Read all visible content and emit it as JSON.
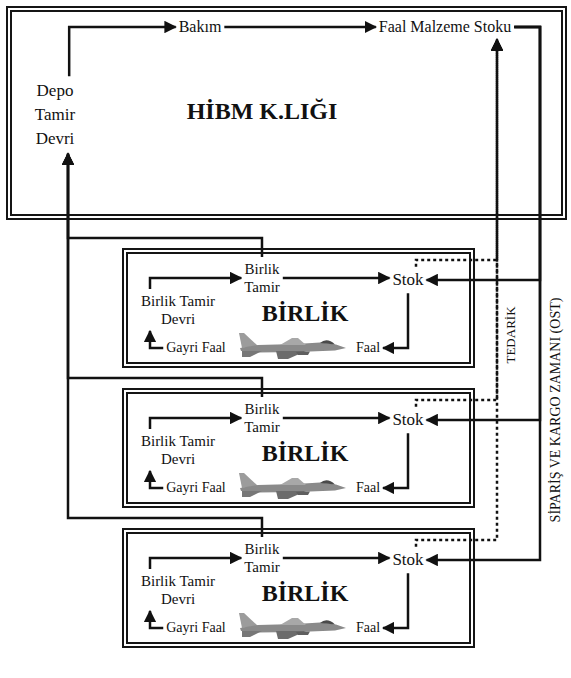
{
  "diagram": {
    "nodes": [
      {
        "text": [
          "HİBM K.LIĞI"
        ]
      },
      {
        "text": [
          "Depo Tamir Devri"
        ],
        "in": 0
      },
      {
        "text": [
          "Bakım"
        ],
        "in": 0
      },
      {
        "text": [
          "Faal Malzeme Stoku"
        ],
        "in": 0
      },
      {
        "text": [
          "BİRLİK"
        ]
      },
      {
        "text": [
          "Birlik Tamir Devri"
        ],
        "in": 4
      },
      {
        "text": [
          "Birlik Tamir"
        ],
        "in": 4
      },
      {
        "text": [
          "Stok"
        ],
        "in": 4
      },
      {
        "text": [
          "Gayri Faal"
        ],
        "in": 4
      },
      {
        "text": [
          "Faal"
        ],
        "in": 4
      },
      {
        "text": [
          "BİRLİK"
        ]
      },
      {
        "text": [
          "Birlik Tamir Devri"
        ],
        "in": 10
      },
      {
        "text": [
          "Birlik Tamir"
        ],
        "in": 10
      },
      {
        "text": [
          "Stok"
        ],
        "in": 10
      },
      {
        "text": [
          "Gayri Faal"
        ],
        "in": 10
      },
      {
        "text": [
          "Faal"
        ],
        "in": 10
      },
      {
        "text": [
          "BİRLİK"
        ]
      },
      {
        "text": [
          "Birlik Tamir Devri"
        ],
        "in": 16
      },
      {
        "text": [
          "Birlik Tamir"
        ],
        "in": 16
      },
      {
        "text": [
          "Stok"
        ],
        "in": 16
      },
      {
        "text": [
          "Gayri Faal"
        ],
        "in": 16
      },
      {
        "text": [
          "Faal"
        ],
        "in": 16
      }
    ],
    "edges": [
      {
        "from": 1,
        "to": 2,
        "arrow": "to"
      },
      {
        "from": 2,
        "to": 3,
        "arrow": "to"
      },
      {
        "from": 5,
        "to": 6,
        "arrow": "to"
      },
      {
        "from": 6,
        "to": 7,
        "arrow": "to"
      },
      {
        "from": 7,
        "to": 9,
        "arrow": "to"
      },
      {
        "from": 8,
        "to": 5,
        "arrow": "to"
      },
      {
        "from": 3,
        "to": 7,
        "arrow": "to"
      },
      {
        "from": 7,
        "to": 3,
        "arrow": "to"
      },
      {
        "from": 6,
        "to": 1,
        "arrow": "to"
      },
      {
        "from": 11,
        "to": 12,
        "arrow": "to"
      },
      {
        "from": 12,
        "to": 13,
        "arrow": "to"
      },
      {
        "from": 13,
        "to": 15,
        "arrow": "to"
      },
      {
        "from": 14,
        "to": 11,
        "arrow": "to"
      },
      {
        "from": 3,
        "to": 13,
        "arrow": "to"
      },
      {
        "from": 13,
        "to": 3,
        "arrow": "to"
      },
      {
        "from": 12,
        "to": 1,
        "arrow": "to"
      },
      {
        "from": 17,
        "to": 18,
        "arrow": "to"
      },
      {
        "from": 18,
        "to": 19,
        "arrow": "to"
      },
      {
        "from": 19,
        "to": 21,
        "arrow": "to"
      },
      {
        "from": 20,
        "to": 17,
        "arrow": "to"
      },
      {
        "from": 3,
        "to": 19,
        "arrow": "to"
      },
      {
        "from": 19,
        "to": 3,
        "arrow": "to"
      },
      {
        "from": 18,
        "to": 1,
        "arrow": "to"
      }
    ],
    "labels": [
      "TEDARİK",
      "SİPARİŞ VE KARGO ZAMANI (OST)"
    ]
  }
}
